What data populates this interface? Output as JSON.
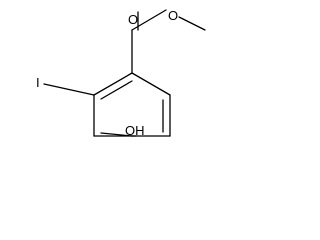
{
  "molecule": {
    "atoms": {
      "carbonyl_oxygen": "O",
      "ester_oxygen": "O",
      "iodine": "I",
      "hydroxyl": "OH"
    }
  }
}
